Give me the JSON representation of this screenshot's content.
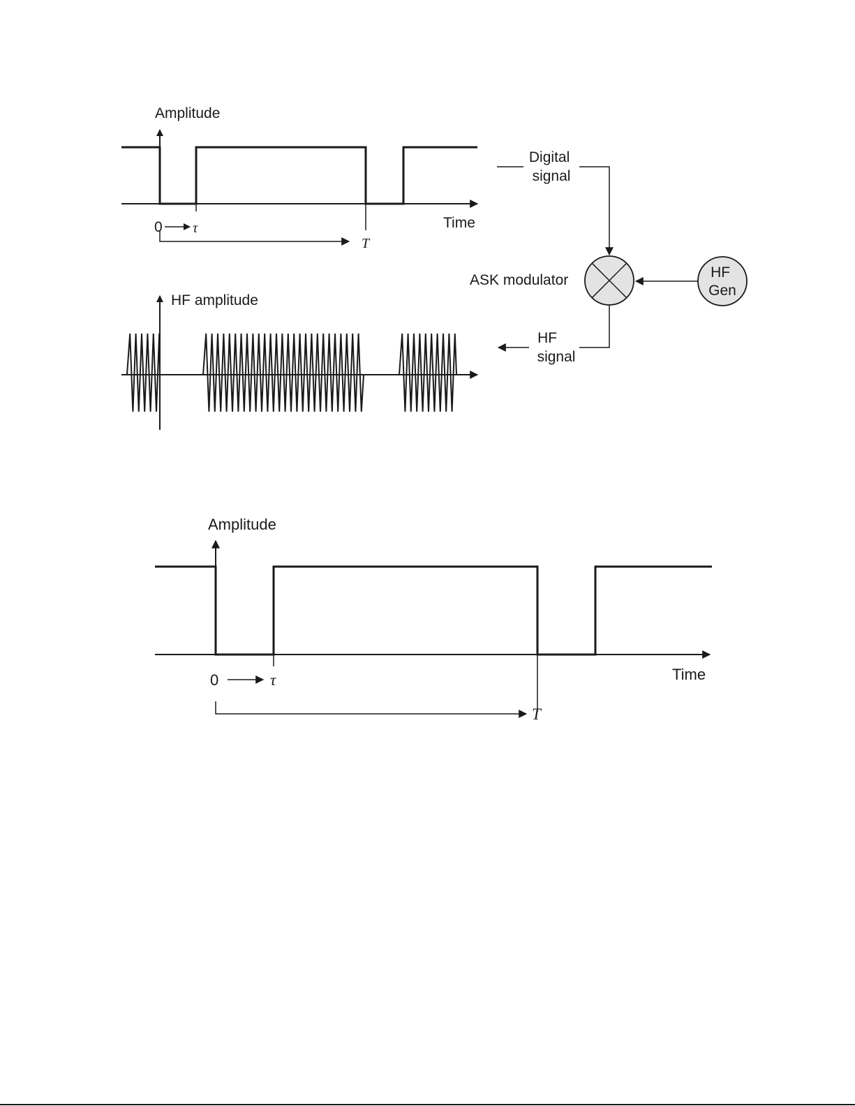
{
  "colors": {
    "ink": "#1a1a1a",
    "node_fill": "#e3e3e3",
    "background": "#ffffff"
  },
  "fig_top": {
    "digital": {
      "y_axis_label": "Amplitude",
      "x_axis_label": "Time",
      "origin_label": "0",
      "tau_label": "τ",
      "period_label": "T"
    },
    "hf": {
      "y_axis_label": "HF amplitude"
    },
    "block": {
      "digital_signal_line1": "Digital",
      "digital_signal_line2": "signal",
      "modulator_label": "ASK modulator",
      "generator_line1": "HF",
      "generator_line2": "Gen",
      "hf_signal_line1": "HF",
      "hf_signal_line2": "signal"
    }
  },
  "fig_bottom": {
    "y_axis_label": "Amplitude",
    "x_axis_label": "Time",
    "origin_label": "0",
    "tau_label": "τ",
    "period_label": "T"
  }
}
